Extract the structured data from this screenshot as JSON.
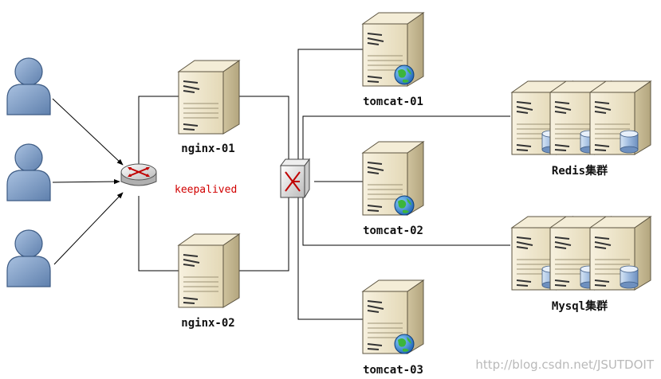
{
  "labels": {
    "nginx_01": "nginx-01",
    "nginx_02": "nginx-02",
    "keepalived": "keepalived",
    "tomcat_01": "tomcat-01",
    "tomcat_02": "tomcat-02",
    "tomcat_03": "tomcat-03",
    "redis_cluster": "Redis集群",
    "mysql_cluster": "Mysql集群"
  },
  "watermark": "http://blog.csdn.net/JSUTDOIT",
  "colors": {
    "user": "#7d9cc4",
    "server": "#efe6cf",
    "link": "#000000",
    "keepalived": "#d10000"
  }
}
